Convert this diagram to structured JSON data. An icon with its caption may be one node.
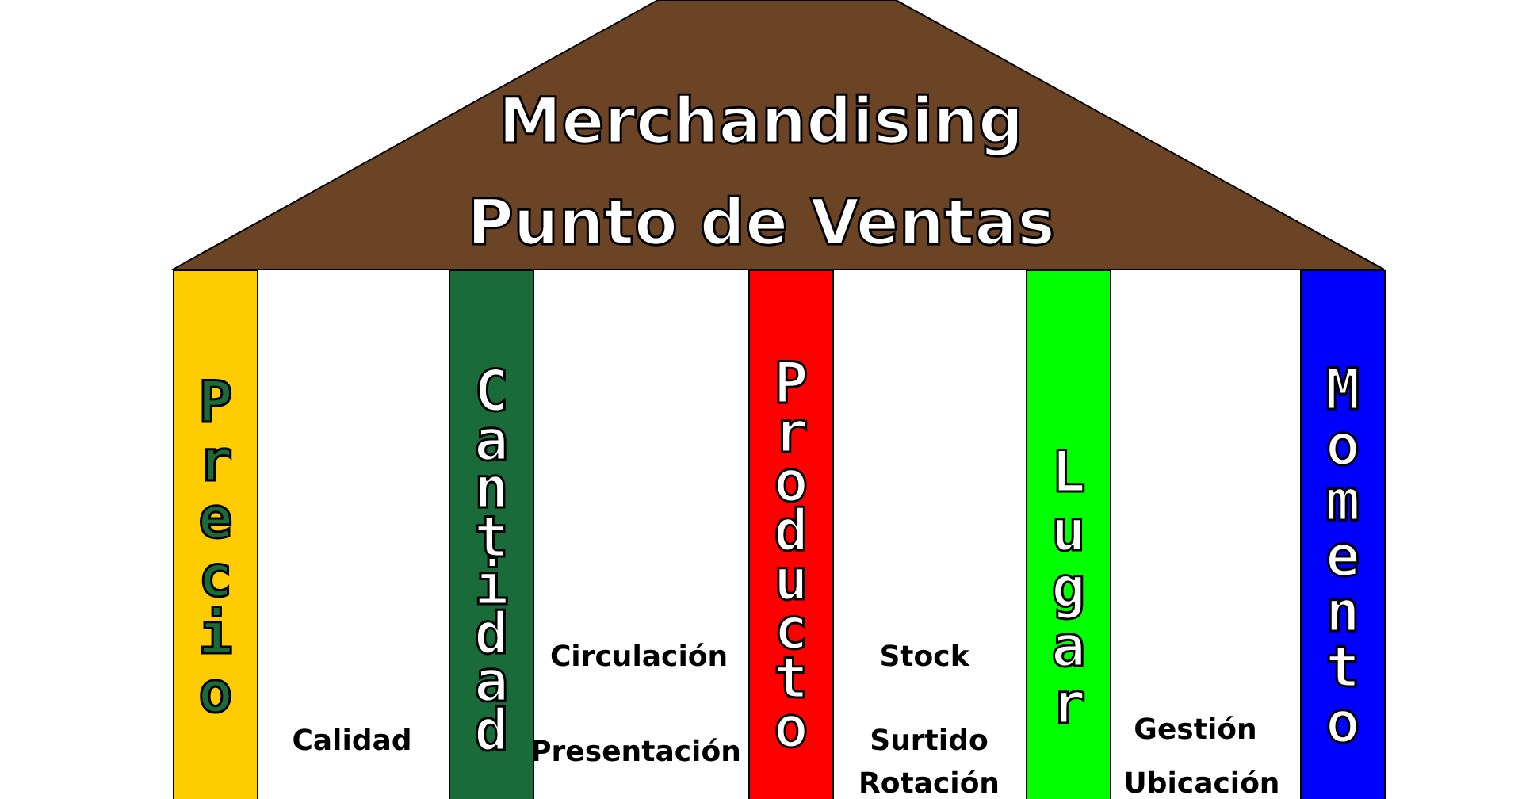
{
  "diagram": {
    "nodes": [
      {
        "text": [
          "Merchandising",
          "Punto de Ventas"
        ]
      },
      {
        "text": [
          "Precio"
        ]
      },
      {
        "text": [
          "Cantidad"
        ]
      },
      {
        "text": [
          "Producto"
        ]
      },
      {
        "text": [
          "Lugar"
        ]
      },
      {
        "text": [
          "Momento"
        ]
      }
    ],
    "labels": [
      "Circulación",
      "Stock",
      "Gestión",
      "Calidad",
      "Presentación",
      "Surtido",
      "Rotación",
      "Ubicación"
    ]
  }
}
